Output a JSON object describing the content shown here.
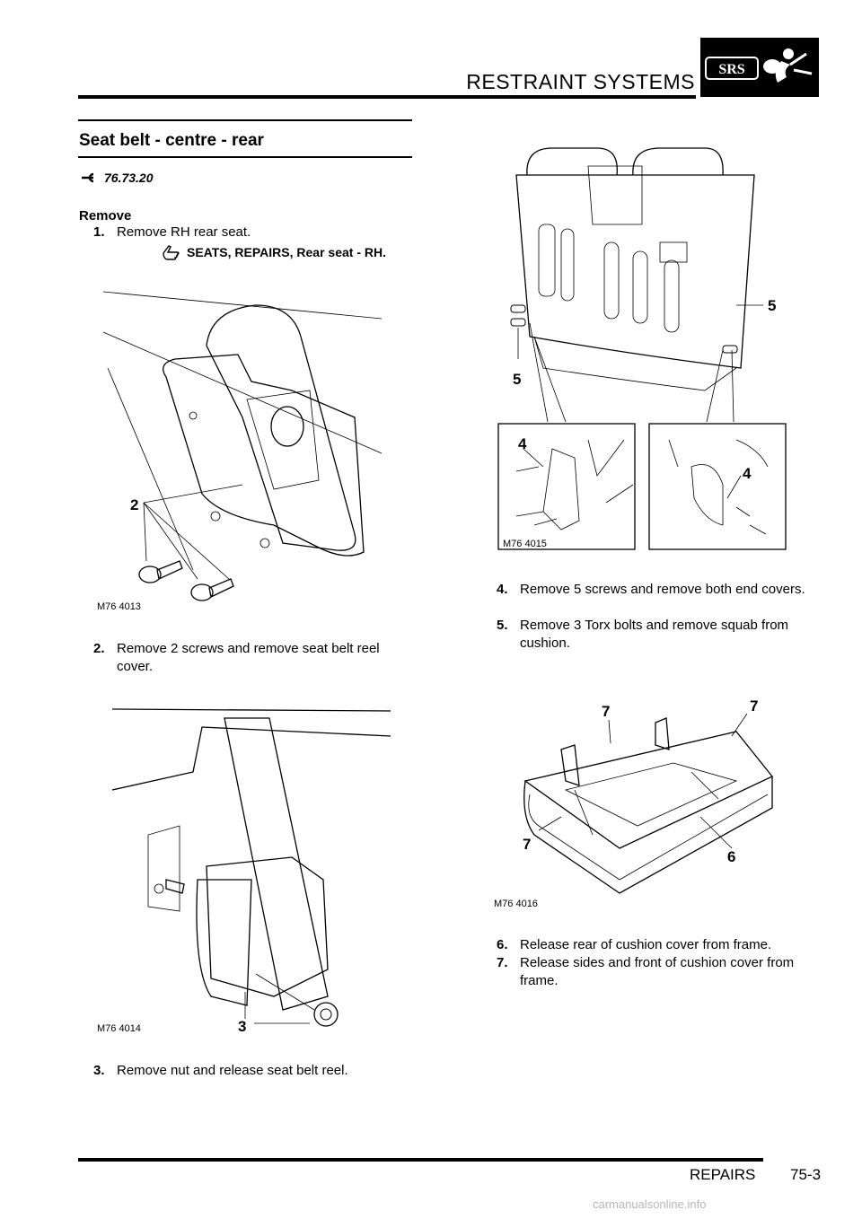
{
  "header": {
    "title": "RESTRAINT SYSTEMS",
    "logo_text": "SRS",
    "logo_icon": "airbag-person-icon"
  },
  "section": {
    "title": "Seat belt - centre - rear",
    "ref_icon": "wrench-icon",
    "op_code": "76.73.20"
  },
  "remove_heading": "Remove",
  "steps": [
    {
      "num": "1.",
      "text": "Remove RH rear seat."
    },
    {
      "num": "2.",
      "text": "Remove 2 screws and remove seat belt reel cover."
    },
    {
      "num": "3.",
      "text": "Remove nut and release seat belt reel."
    },
    {
      "num": "4.",
      "text": "Remove 5 screws and remove both end covers."
    },
    {
      "num": "5.",
      "text": "Remove 3 Torx bolts and remove squab from cushion."
    },
    {
      "num": "6.",
      "text": "Release rear of cushion cover from frame."
    },
    {
      "num": "7.",
      "text": "Release sides and front of cushion cover from frame."
    }
  ],
  "xref": {
    "icon": "pointing-hand-icon",
    "text": "SEATS, REPAIRS, Rear seat - RH."
  },
  "figures": [
    {
      "caption": "M76 4013",
      "callouts": [
        "2"
      ]
    },
    {
      "caption": "M76 4014",
      "callouts": [
        "3"
      ]
    },
    {
      "caption": "M76 4015",
      "callouts": [
        "5",
        "5",
        "4",
        "4"
      ]
    },
    {
      "caption": "M76 4016",
      "callouts": [
        "7",
        "7",
        "7",
        "6"
      ]
    }
  ],
  "footer": {
    "label": "REPAIRS",
    "page": "75-3"
  },
  "watermark": "carmanualsonline.info"
}
